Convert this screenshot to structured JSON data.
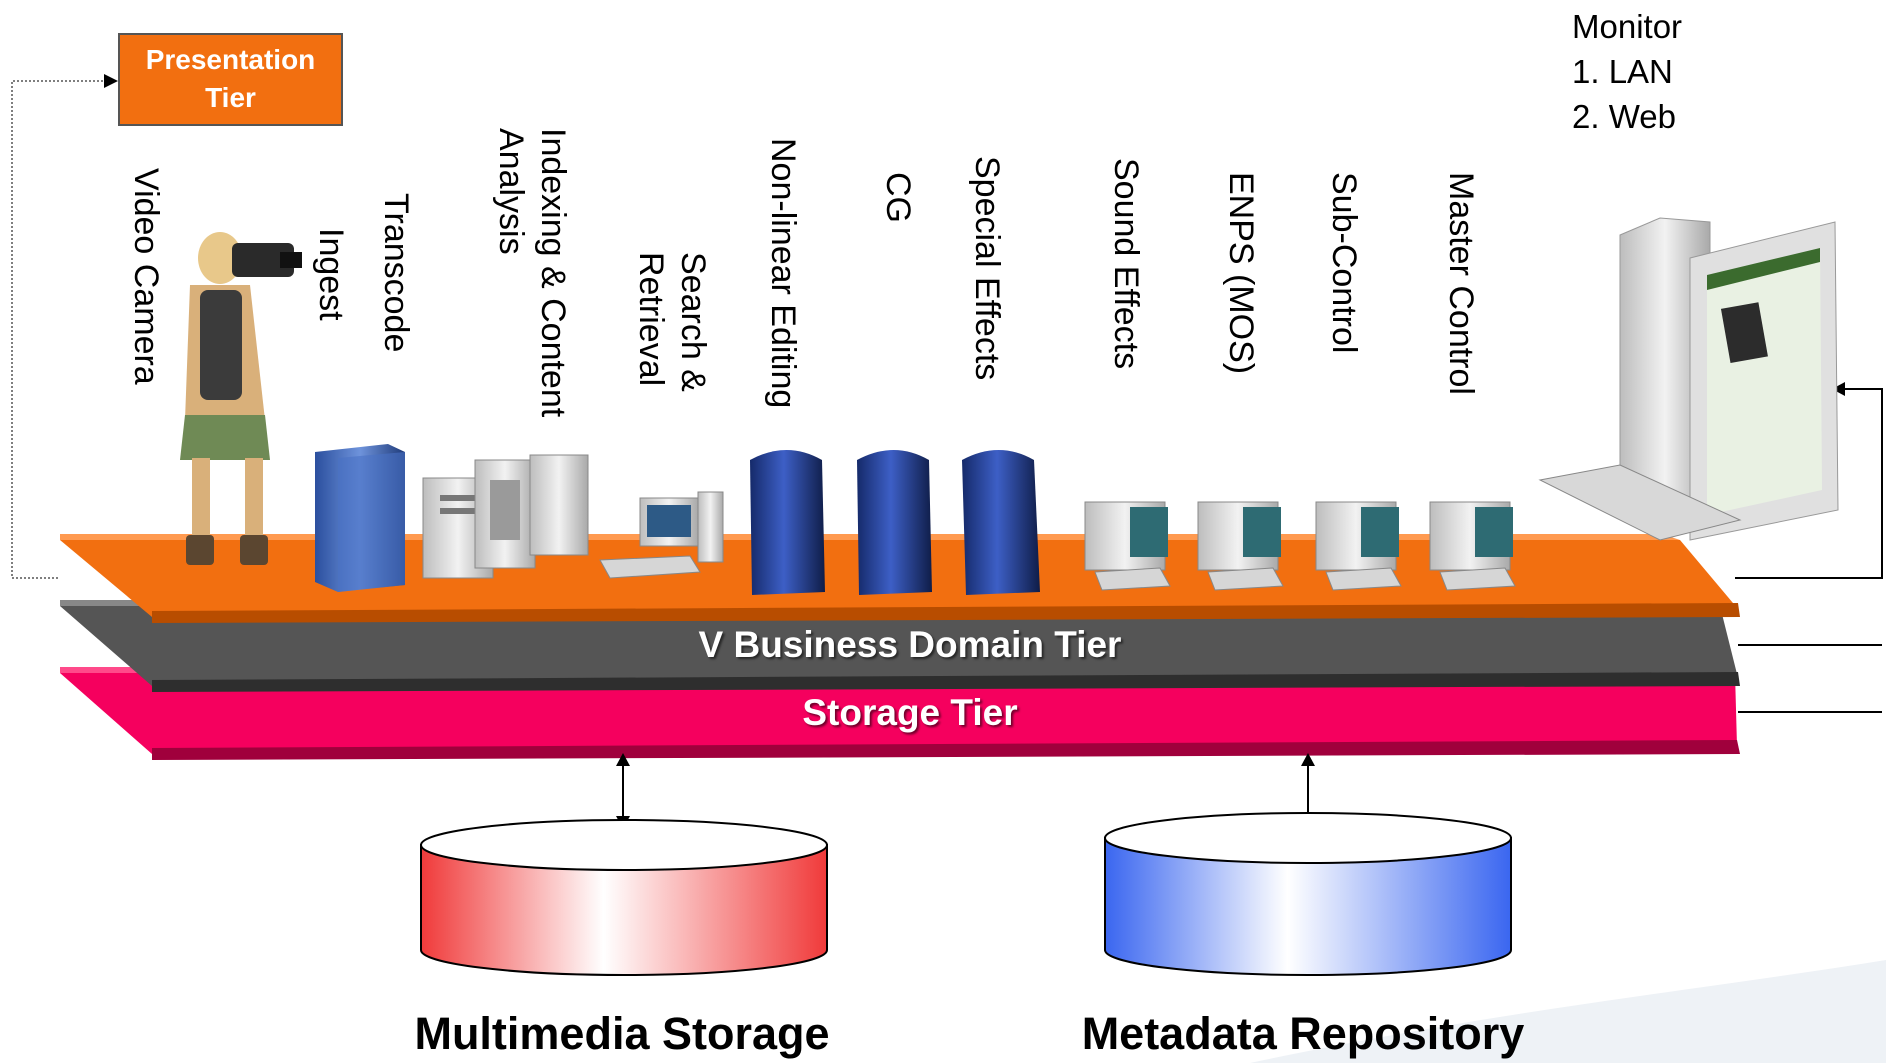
{
  "presentation_tier": {
    "label_line1": "Presentation",
    "label_line2": "Tier"
  },
  "components": [
    {
      "id": "video-camera",
      "label": "Video Camera"
    },
    {
      "id": "ingest",
      "label": "Ingest"
    },
    {
      "id": "transcode",
      "label": "Transcode"
    },
    {
      "id": "indexing",
      "line1": "Indexing & Content",
      "line2": "Analysis"
    },
    {
      "id": "search",
      "line1": "Search &",
      "line2": "Retrieval"
    },
    {
      "id": "nle",
      "label": "Non-linear Editing"
    },
    {
      "id": "cg",
      "label": "CG"
    },
    {
      "id": "special-effects",
      "label": "Special Effects"
    },
    {
      "id": "sound-effects",
      "label": "Sound Effects"
    },
    {
      "id": "enps",
      "label": "ENPS (MOS)"
    },
    {
      "id": "sub-control",
      "label": "Sub-Control"
    },
    {
      "id": "master-control",
      "label": "Master Control"
    }
  ],
  "monitor": {
    "title": "Monitor",
    "item1": "1. LAN",
    "item2": "2. Web"
  },
  "tiers": {
    "business": {
      "label": "V Business Domain Tier",
      "color": "#555555"
    },
    "storage": {
      "label": "Storage Tier",
      "color": "#f5005e"
    },
    "presentation_color": "#f26f10"
  },
  "repositories": {
    "multimedia": {
      "label": "Multimedia Storage",
      "color": "#f03a3a"
    },
    "metadata": {
      "label": "Metadata Repository",
      "color": "#3a66f0"
    }
  }
}
